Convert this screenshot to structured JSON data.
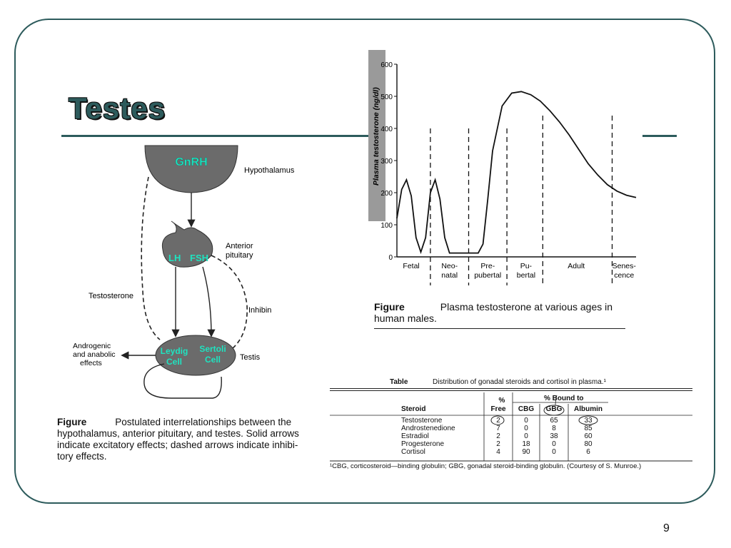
{
  "slide": {
    "title": "Testes",
    "page_number": "9"
  },
  "left_figure": {
    "hypothalamus_label": "Hypothalamus",
    "gnrh": "GnRH",
    "anterior_pituitary_label_1": "Anterior",
    "anterior_pituitary_label_2": "pituitary",
    "lh": "LH",
    "fsh": "FSH",
    "testosterone_label": "Testosterone",
    "inhibin_label": "Inhibin",
    "androgenic_1": "Androgenic",
    "androgenic_2": "and anabolic",
    "androgenic_3": "effects",
    "leydig_1": "Leydig",
    "leydig_2": "Cell",
    "sertoli_1": "Sertoli",
    "sertoli_2": "Cell",
    "testis_label": "Testis",
    "caption_label": "Figure",
    "caption_line_1": "Postulated interrelationships between the",
    "caption_line_2": "hypothalamus, anterior pituitary, and testes. Solid arrows",
    "caption_line_3": "indicate excitatory effects; dashed arrows indicate inhibi-",
    "caption_line_4": "tory effects."
  },
  "chart_data": {
    "type": "line",
    "ylabel": "Plasma testosterone (ng/dl)",
    "ylim": [
      0,
      600
    ],
    "yticks": [
      "0",
      "100",
      "200",
      "300",
      "400",
      "500",
      "600"
    ],
    "stages": [
      "Fetal",
      "Neo-\nnatal",
      "Pre-\npubertal",
      "Pu-\nbertal",
      "Adult",
      "Senes-\ncence"
    ],
    "stage_labels": [
      [
        "Fetal"
      ],
      [
        "Neo-",
        "natal"
      ],
      [
        "Pre-",
        "pubertal"
      ],
      [
        "Pu-",
        "bertal"
      ],
      [
        "Adult"
      ],
      [
        "Senes-",
        "cence"
      ]
    ],
    "caption_label": "Figure",
    "caption_line_1": "Plasma testosterone at various ages in",
    "caption_line_2": "human males.",
    "series": [
      {
        "x": [
          0,
          2,
          4,
          6,
          8,
          10,
          12,
          14,
          16,
          18,
          20,
          22,
          24,
          26,
          28,
          30,
          32,
          34,
          36,
          38,
          40,
          44,
          48,
          52,
          56,
          60,
          64,
          68,
          72,
          76,
          80,
          84,
          88,
          92,
          96,
          100
        ],
        "y": [
          120,
          210,
          240,
          190,
          60,
          15,
          60,
          200,
          240,
          180,
          60,
          12,
          12,
          12,
          12,
          12,
          12,
          12,
          40,
          180,
          330,
          470,
          510,
          515,
          505,
          485,
          455,
          420,
          380,
          335,
          290,
          255,
          225,
          205,
          192,
          185
        ]
      }
    ]
  },
  "table": {
    "label": "Table",
    "title": "Distribution of gonadal steroids and cortisol in plasma.¹",
    "headers": {
      "steroid": "Steroid",
      "free_1": "%",
      "free_2": "Free",
      "bound": "% Bound to",
      "cbg": "CBG",
      "gbg": "GBG",
      "albumin": "Albumin"
    },
    "rows": [
      {
        "steroid": "Testosterone",
        "free": "2",
        "cbg": "0",
        "gbg": "65",
        "albumin": "33"
      },
      {
        "steroid": "Androstenedione",
        "free": "7",
        "cbg": "0",
        "gbg": "8",
        "albumin": "85"
      },
      {
        "steroid": "Estradiol",
        "free": "2",
        "cbg": "0",
        "gbg": "38",
        "albumin": "60"
      },
      {
        "steroid": "Progesterone",
        "free": "2",
        "cbg": "18",
        "gbg": "0",
        "albumin": "80"
      },
      {
        "steroid": "Cortisol",
        "free": "4",
        "cbg": "90",
        "gbg": "0",
        "albumin": "6"
      }
    ],
    "footnote": "¹CBG, corticosteroid—binding globulin; GBG, gonadal steroid-binding globulin. (Courtesy of S. Munroe.)"
  },
  "colors": {
    "frame": "#2d5b5c",
    "accent_label": "#1fe3c0",
    "gland_fill": "#6b6b6b"
  }
}
